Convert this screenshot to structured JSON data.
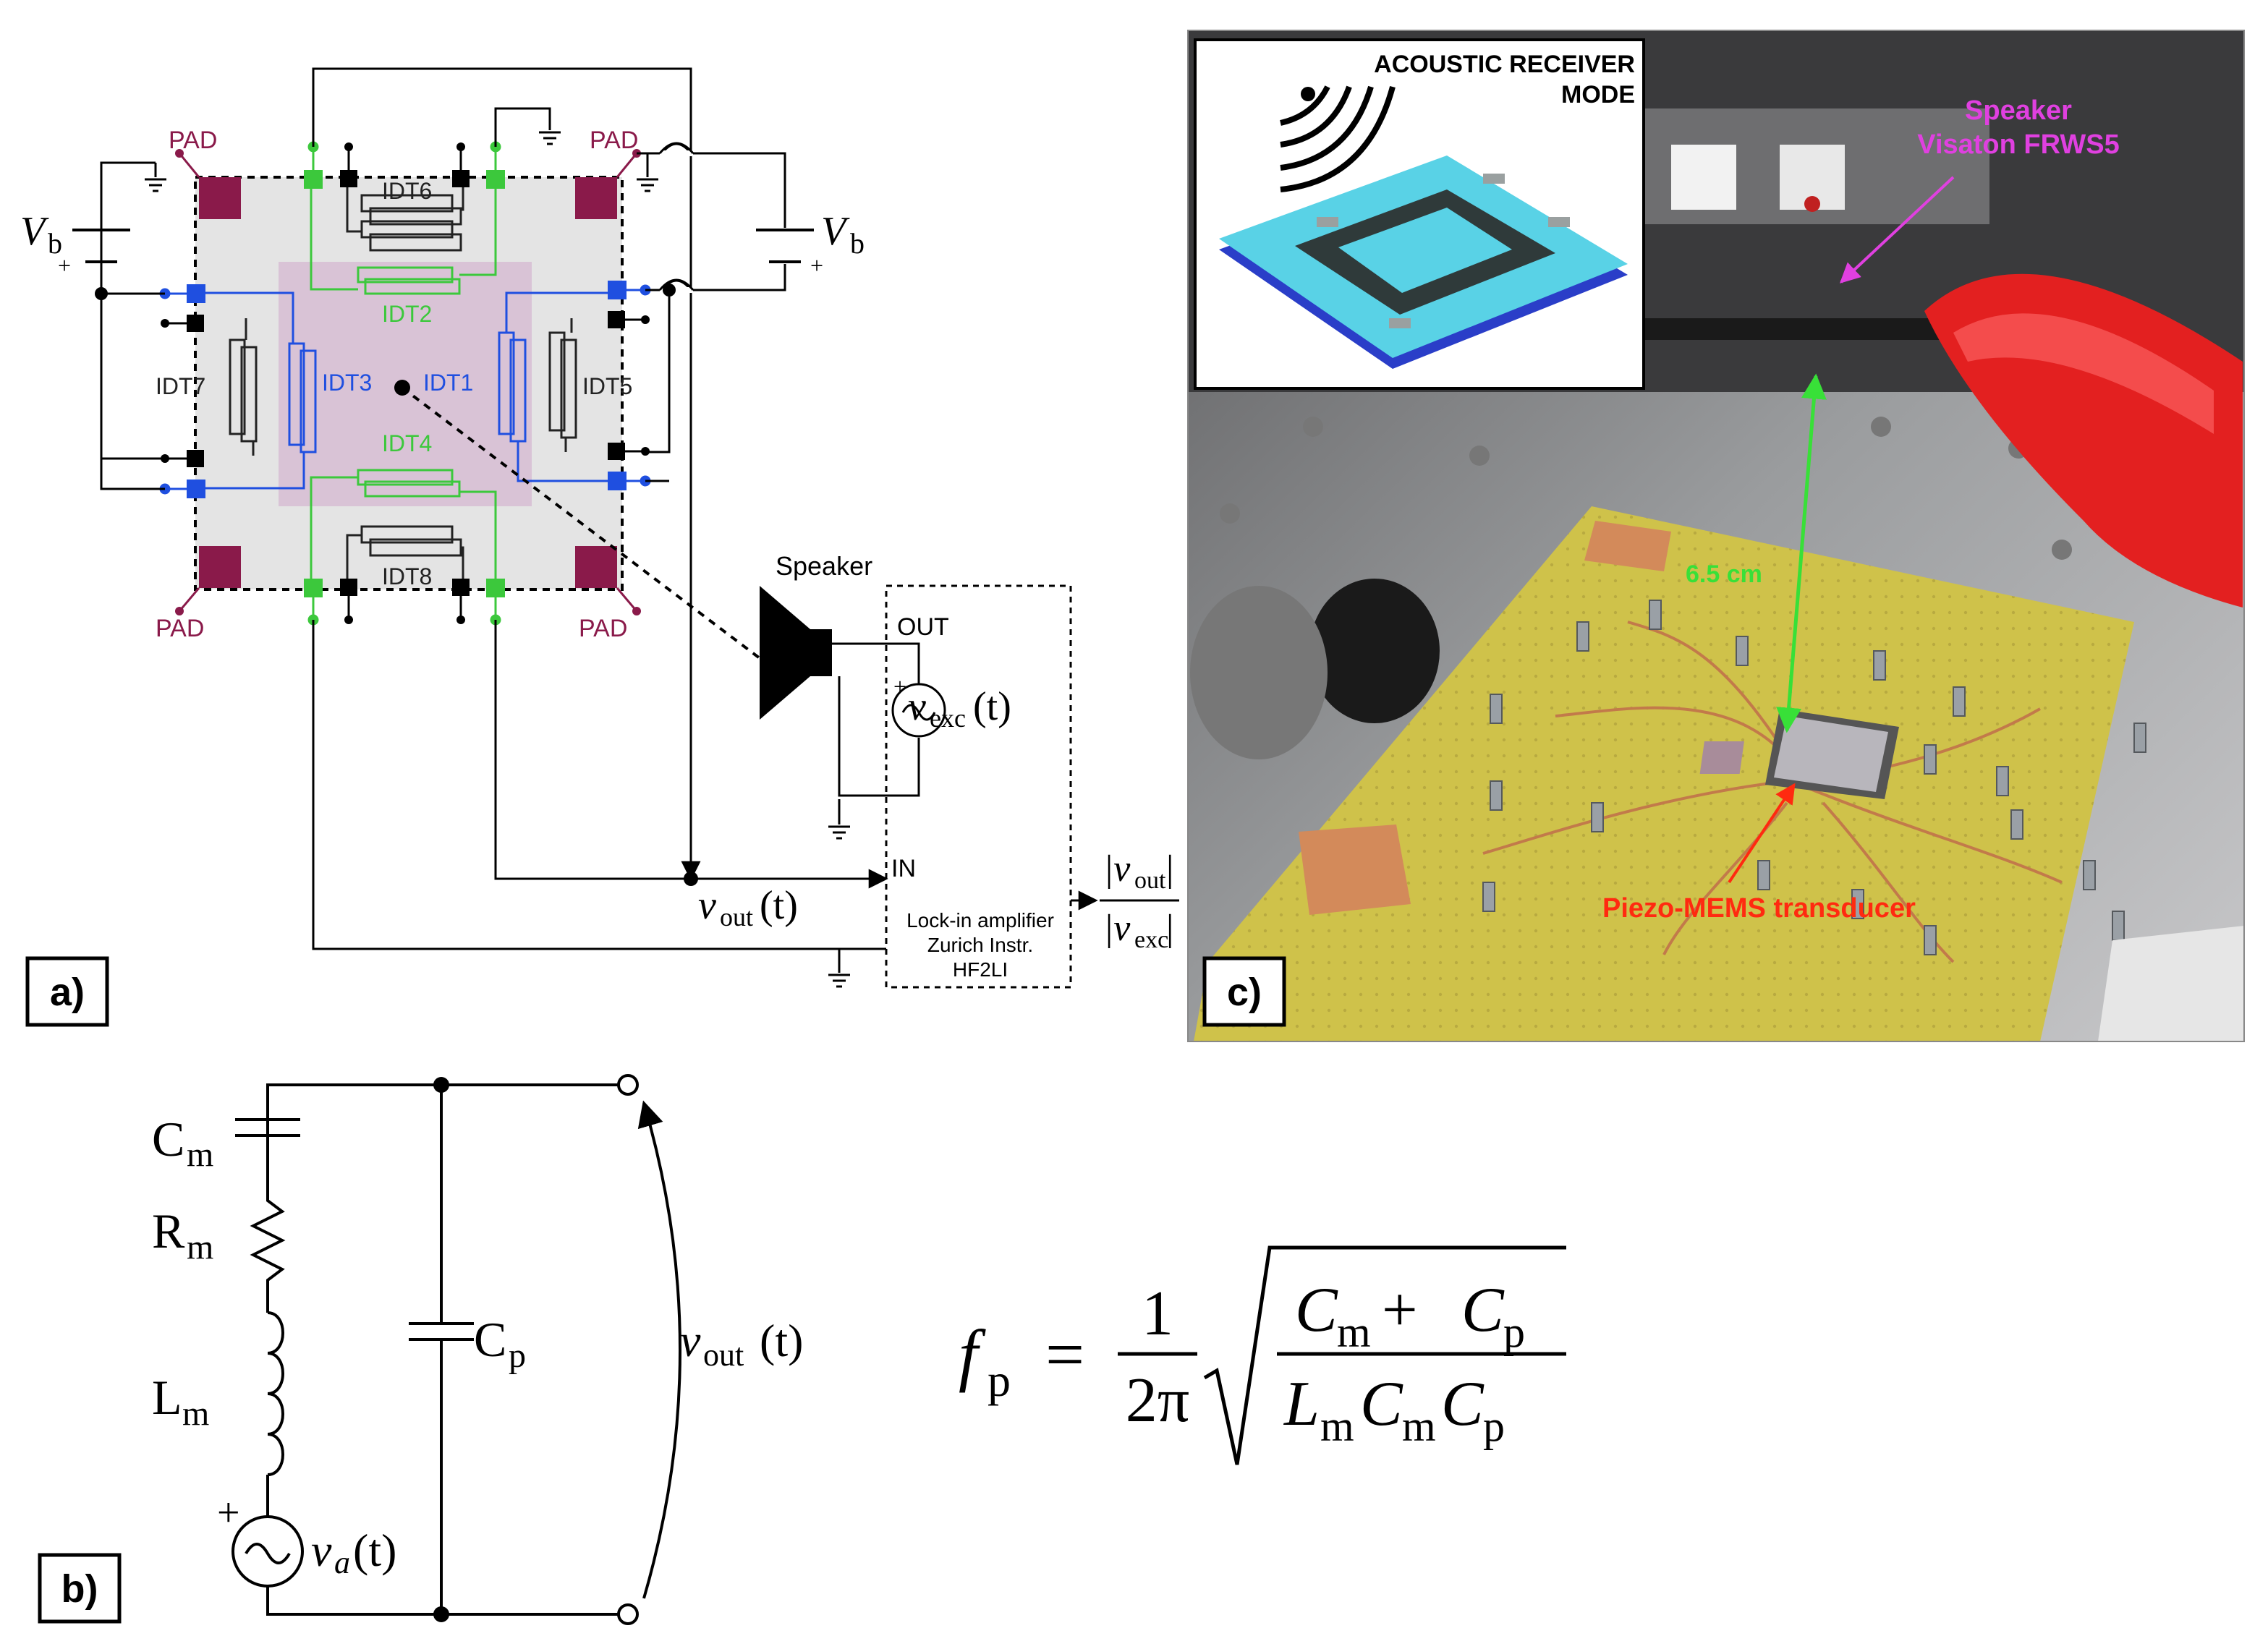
{
  "panel_a": {
    "label": "a)",
    "pad_label": "PAD",
    "vb_letter": "V",
    "vb_sub": "b",
    "plus": "+",
    "idts": {
      "idt1": "IDT1",
      "idt2": "IDT2",
      "idt3": "IDT3",
      "idt4": "IDT4",
      "idt5": "IDT5",
      "idt6": "IDT6",
      "idt7": "IDT7",
      "idt8": "IDT8"
    },
    "speaker_label": "Speaker",
    "out_label": "OUT",
    "in_label": "IN",
    "vexc_v": "v",
    "vexc_sub": "exc",
    "vexc_t": "(t)",
    "vout_v": "v",
    "vout_sub": "out",
    "vout_t": "(t)",
    "lockin_line1": "Lock-in amplifier",
    "lockin_line2": "Zurich Instr.",
    "lockin_line3": "HF2LI",
    "ratio_num_v": "|v",
    "ratio_num_sub": "out",
    "ratio_num_end": "|",
    "ratio_den_v": "|v",
    "ratio_den_sub": "exc",
    "ratio_den_end": "|",
    "colors": {
      "pad": "#8a1a4a",
      "green": "#3cc83c",
      "blue": "#1f4fe0",
      "chip": "#e4e4e4",
      "center": "#d9c3d6"
    }
  },
  "panel_b": {
    "label": "b)",
    "cm": "C",
    "cm_sub": "m",
    "rm": "R",
    "rm_sub": "m",
    "lm": "L",
    "lm_sub": "m",
    "cp": "C",
    "cp_sub": "p",
    "plus": "+",
    "va_v": "v",
    "va_sub": "a",
    "va_t": "(t)",
    "vout_v": "v",
    "vout_sub": "out",
    "vout_t": "(t)"
  },
  "formula": {
    "f": "f",
    "f_sub": "p",
    "eq": "=",
    "one": "1",
    "two_pi": "2π",
    "num": "C",
    "num_sub1": "m",
    "plus": " + ",
    "num2": "C",
    "num_sub2": "p",
    "den_l": "L",
    "den_sub1": "m",
    "den_c1": "C",
    "den_sub2": "m",
    "den_c2": "C",
    "den_sub3": "p"
  },
  "panel_c": {
    "label": "c)",
    "inset_title1": "ACOUSTIC RECEIVER",
    "inset_title2": "MODE",
    "speaker1": "Speaker",
    "speaker2": "Visaton FRWS5",
    "distance": "6.5 cm",
    "transducer": "Piezo-MEMS transducer",
    "colors": {
      "magenta": "#e040e0",
      "green": "#38e038",
      "red": "#ff2a10"
    }
  }
}
